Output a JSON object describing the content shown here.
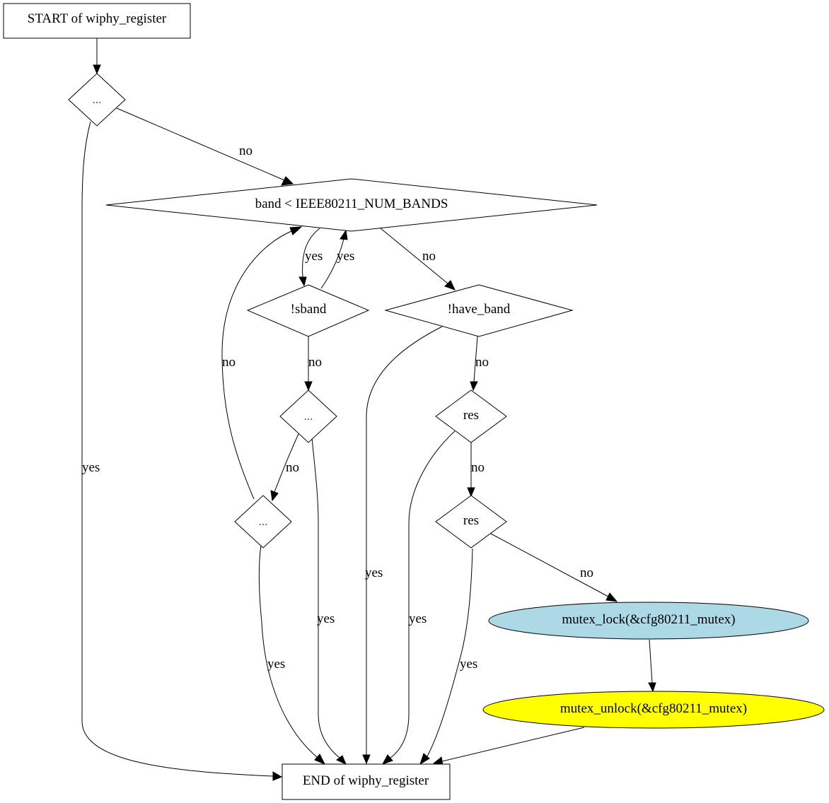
{
  "graph": {
    "nodes": {
      "start": {
        "label": "START of wiphy_register"
      },
      "d1": {
        "label": "..."
      },
      "band_loop": {
        "label": "band < IEEE80211_NUM_BANDS"
      },
      "sband": {
        "label": "!sband"
      },
      "d2": {
        "label": "..."
      },
      "d3": {
        "label": "..."
      },
      "have_band": {
        "label": "!have_band"
      },
      "res1": {
        "label": "res"
      },
      "res2": {
        "label": "res"
      },
      "mutex_lock": {
        "label": "mutex_lock(&cfg80211_mutex)",
        "fill": "#add8e6"
      },
      "mutex_unlock": {
        "label": "mutex_unlock(&cfg80211_mutex)",
        "fill": "#ffff00"
      },
      "end": {
        "label": "END of wiphy_register"
      }
    },
    "edges": {
      "d1_no": "no",
      "d1_yes": "yes",
      "loop_yes": "yes",
      "sband_yes": "yes",
      "loop_no": "no",
      "sband_no": "no",
      "d3_no": "no",
      "d2_no": "no",
      "d2_yes": "yes",
      "d3_yes": "yes",
      "have_no": "no",
      "have_yes": "yes",
      "res1_no": "no",
      "res1_yes": "yes",
      "res2_yes": "yes",
      "res2_no": "no"
    }
  }
}
